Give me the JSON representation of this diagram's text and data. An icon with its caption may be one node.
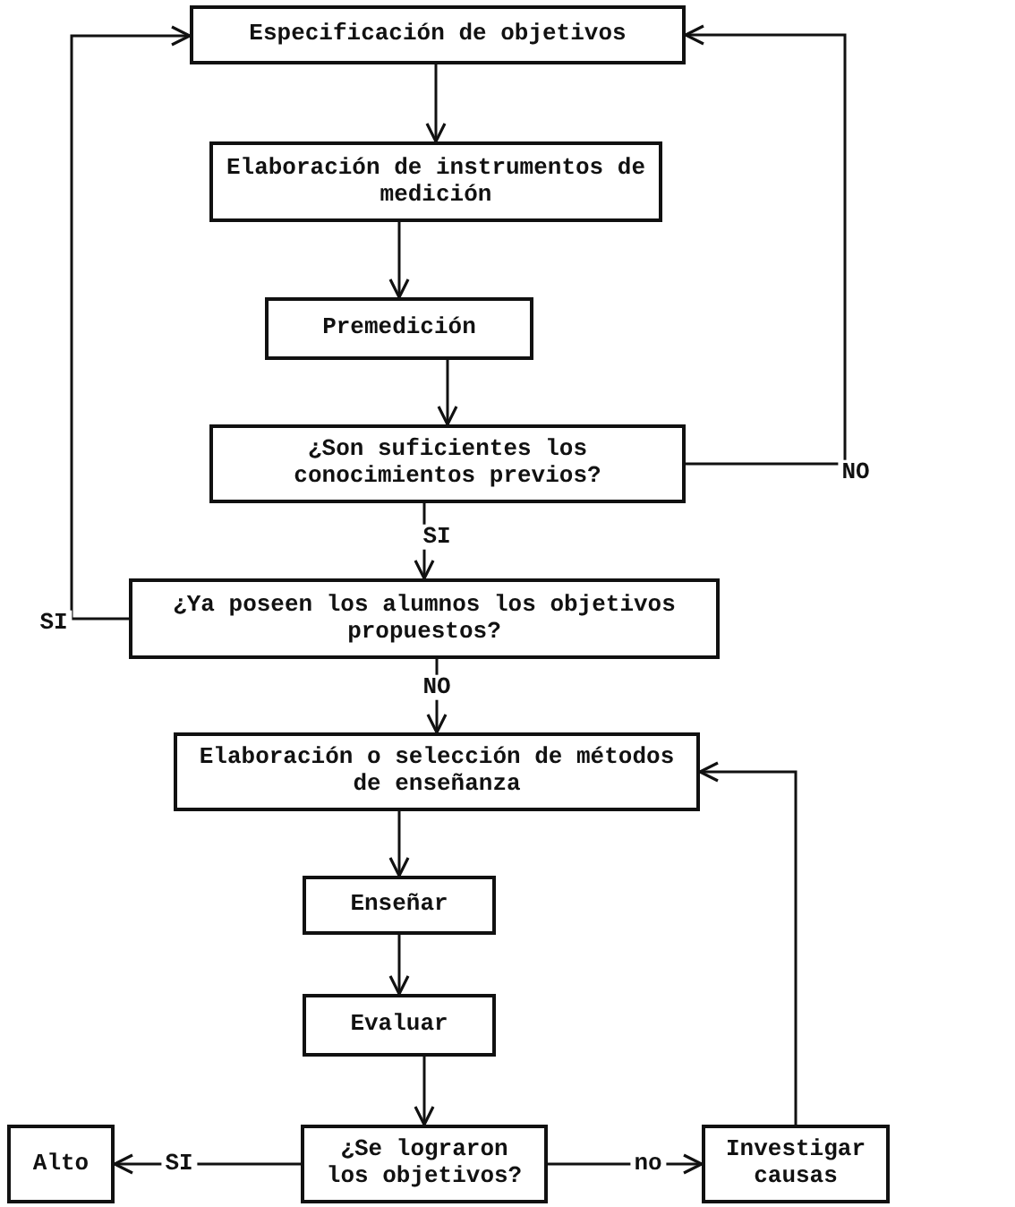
{
  "diagram": {
    "nodes": [
      {
        "text": [
          "Especificación de objetivos"
        ]
      },
      {
        "text": [
          "Elaboración de instrumentos de medición"
        ]
      },
      {
        "text": [
          "Premedición"
        ]
      },
      {
        "text": [
          "¿Son suficientes los conocimientos previos?"
        ]
      },
      {
        "text": [
          "¿Ya poseen los alumnos los objetivos propuestos?"
        ]
      },
      {
        "text": [
          "Elaboración o selección de métodos de enseñanza"
        ]
      },
      {
        "text": [
          "Enseñar"
        ]
      },
      {
        "text": [
          "Evaluar"
        ]
      },
      {
        "text": [
          "¿Se lograron los objetivos?"
        ]
      },
      {
        "text": [
          "Alto"
        ]
      },
      {
        "text": [
          "Investigar causas"
        ]
      }
    ],
    "edges": [
      {
        "from": 0,
        "to": 1,
        "arrow": "to"
      },
      {
        "from": 1,
        "to": 2,
        "arrow": "to"
      },
      {
        "from": 2,
        "to": 3,
        "arrow": "to"
      },
      {
        "from": 3,
        "to": 4,
        "arrow": "to",
        "label": "SI"
      },
      {
        "from": 3,
        "to": 0,
        "arrow": "to",
        "label": "NO"
      },
      {
        "from": 4,
        "to": 5,
        "arrow": "to",
        "label": "NO"
      },
      {
        "from": 4,
        "to": 0,
        "arrow": "to",
        "label": "SI"
      },
      {
        "from": 5,
        "to": 6,
        "arrow": "to"
      },
      {
        "from": 6,
        "to": 7,
        "arrow": "to"
      },
      {
        "from": 7,
        "to": 8,
        "arrow": "to"
      },
      {
        "from": 8,
        "to": 9,
        "arrow": "to",
        "label": "SI"
      },
      {
        "from": 8,
        "to": 10,
        "arrow": "to",
        "label": "no"
      },
      {
        "from": 10,
        "to": 5,
        "arrow": "to"
      }
    ]
  }
}
